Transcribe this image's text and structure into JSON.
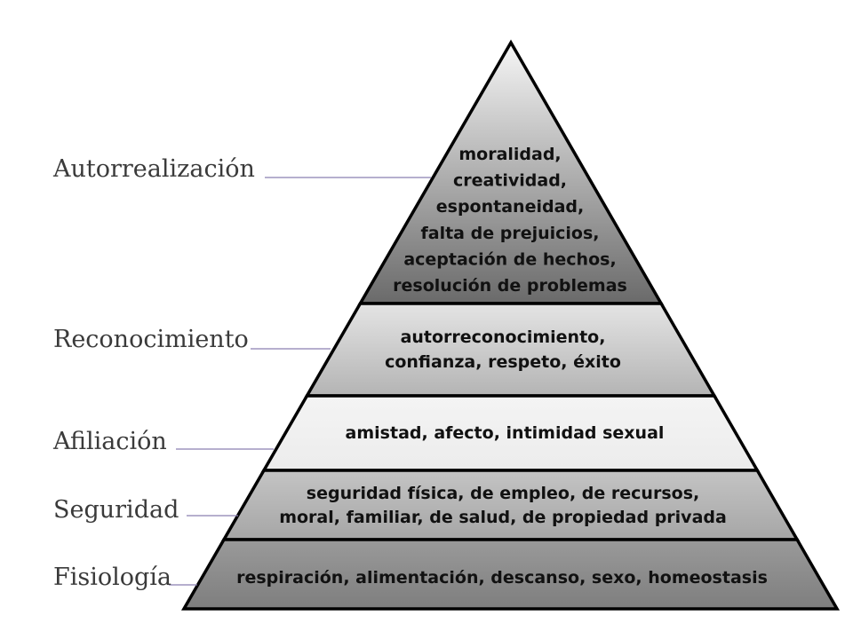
{
  "levels": [
    {
      "name": "Autorrealización",
      "lines": [
        "moralidad,",
        "creatividad,",
        "espontaneidad,",
        "falta de prejuicios,",
        "aceptación de hechos,",
        "resolución de problemas"
      ]
    },
    {
      "name": "Reconocimiento",
      "lines": [
        "autorreconocimiento,",
        "confianza, respeto, éxito"
      ]
    },
    {
      "name": "Afiliación",
      "lines": [
        "amistad, afecto, intimidad sexual"
      ]
    },
    {
      "name": "Seguridad",
      "lines": [
        "seguridad física, de empleo, de recursos,",
        "moral, familiar, de salud, de propiedad privada"
      ]
    },
    {
      "name": "Fisiología",
      "lines": [
        "respiración, alimentación, descanso, sexo, homeostasis"
      ]
    }
  ],
  "colors": {
    "connector": "#8a7fb0",
    "outline": "#000000",
    "top_light": "#f4f4f4",
    "top_dark": "#6e6e6e"
  }
}
